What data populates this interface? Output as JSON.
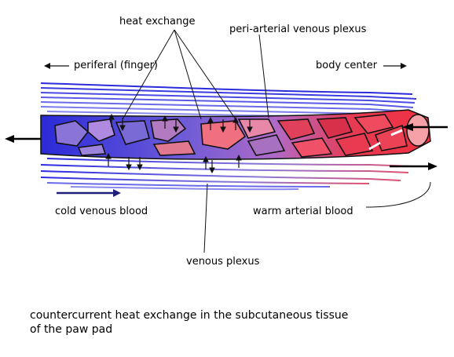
{
  "labels": {
    "heat_exchange": "heat exchange",
    "peri_arterial": "peri-arterial venous plexus",
    "peripheral": "periferal (finger)",
    "body_center": "body center",
    "cold_venous": "cold venous blood",
    "warm_arterial": "warm arterial blood",
    "venous_plexus": "venous plexus"
  },
  "caption": {
    "line1": "countercurrent heat exchange in the subcutaneous tissue",
    "line2": "of the paw pad"
  },
  "colors": {
    "venous_blue": "#2b2bdc",
    "venous_dark": "#0a0a6e",
    "venous_purple": "#7b6fd6",
    "arterial_red": "#ee2a3e",
    "arterial_pink": "#f07a8a",
    "outline": "#111111"
  }
}
